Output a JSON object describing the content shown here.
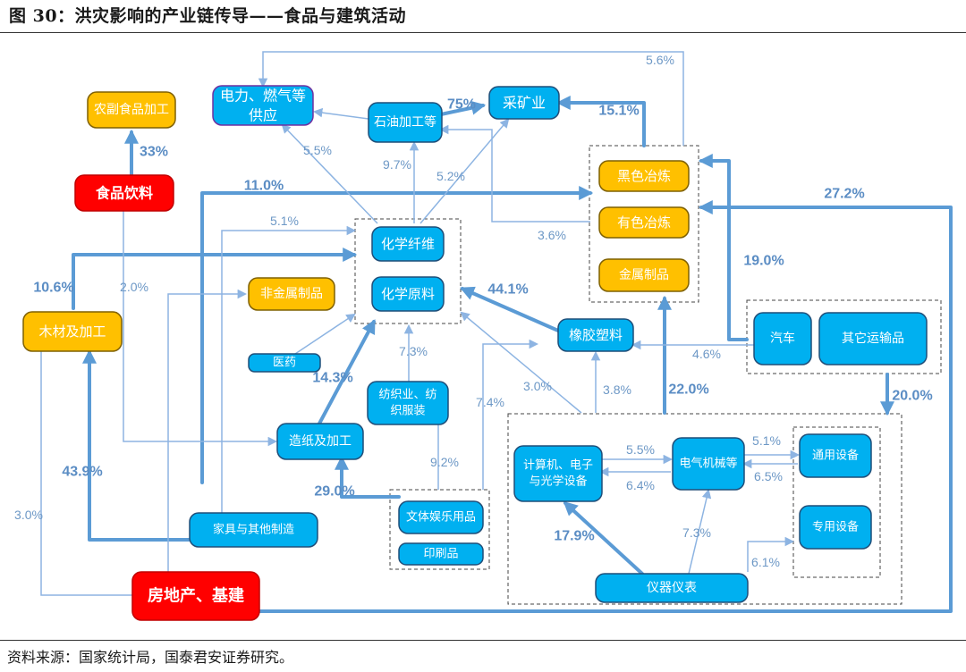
{
  "title": "图 30：洪灾影响的产业链传导——食品与建筑活动",
  "source": "资料来源：国家统计局，国泰君安证券研究。",
  "colors": {
    "blue": "#00b0f0",
    "orange": "#ffc000",
    "red": "#ff0000",
    "edge": "#5b9bd5",
    "edge_light": "#9dc3e6"
  },
  "nodes": [
    {
      "id": "power",
      "label_lines": [
        "电力、燃气等",
        "供应"
      ],
      "style": "blue-purple"
    },
    {
      "id": "agri_food",
      "label_lines": [
        "农副食品加工"
      ],
      "style": "orange"
    },
    {
      "id": "food_bev",
      "label_lines": [
        "食品饮料"
      ],
      "style": "red"
    },
    {
      "id": "petro",
      "label_lines": [
        "石油加工等"
      ],
      "style": "blue"
    },
    {
      "id": "mining",
      "label_lines": [
        "采矿业"
      ],
      "style": "blue"
    },
    {
      "id": "ferrous",
      "label_lines": [
        "黑色冶炼"
      ],
      "style": "orange"
    },
    {
      "id": "nonferrous",
      "label_lines": [
        "有色冶炼"
      ],
      "style": "orange"
    },
    {
      "id": "metal_products",
      "label_lines": [
        "金属制品"
      ],
      "style": "orange"
    },
    {
      "id": "chem_fiber",
      "label_lines": [
        "化学纤维"
      ],
      "style": "blue"
    },
    {
      "id": "chem_raw",
      "label_lines": [
        "化学原料"
      ],
      "style": "blue"
    },
    {
      "id": "nonmetal",
      "label_lines": [
        "非金属制品"
      ],
      "style": "orange"
    },
    {
      "id": "wood",
      "label_lines": [
        "木材及加工"
      ],
      "style": "orange"
    },
    {
      "id": "pharma",
      "label_lines": [
        "医药"
      ],
      "style": "blue"
    },
    {
      "id": "textile",
      "label_lines": [
        "纺织业、纺",
        "织服装"
      ],
      "style": "blue"
    },
    {
      "id": "rubber",
      "label_lines": [
        "橡胶塑料"
      ],
      "style": "blue"
    },
    {
      "id": "auto",
      "label_lines": [
        "汽车"
      ],
      "style": "blue"
    },
    {
      "id": "other_transport",
      "label_lines": [
        "其它运输品"
      ],
      "style": "blue"
    },
    {
      "id": "paper",
      "label_lines": [
        "造纸及加工"
      ],
      "style": "blue"
    },
    {
      "id": "furniture",
      "label_lines": [
        "家具与其他制造"
      ],
      "style": "blue"
    },
    {
      "id": "culture",
      "label_lines": [
        "文体娱乐用品"
      ],
      "style": "blue"
    },
    {
      "id": "printing",
      "label_lines": [
        "印刷品"
      ],
      "style": "blue"
    },
    {
      "id": "computer",
      "label_lines": [
        "计算机、电子",
        "与光学设备"
      ],
      "style": "blue"
    },
    {
      "id": "electrical",
      "label_lines": [
        "电气机械等"
      ],
      "style": "blue"
    },
    {
      "id": "general_equip",
      "label_lines": [
        "通用设备"
      ],
      "style": "blue"
    },
    {
      "id": "special_equip",
      "label_lines": [
        "专用设备"
      ],
      "style": "blue"
    },
    {
      "id": "instrument",
      "label_lines": [
        "仪器仪表"
      ],
      "style": "blue"
    },
    {
      "id": "real_estate",
      "label_lines": [
        "房地产、基建"
      ],
      "style": "red"
    }
  ],
  "edges": [
    {
      "from": "food_bev",
      "to": "agri_food",
      "label": "33%",
      "weight": "heavy"
    },
    {
      "from": "petro",
      "to": "mining",
      "label": "75%",
      "weight": "heavy"
    },
    {
      "from": "metals_group",
      "to": "mining",
      "label": "15.1%",
      "weight": "heavy"
    },
    {
      "from": "metals_group",
      "to": "power",
      "label": "5.6%",
      "weight": "light"
    },
    {
      "from": "petro",
      "to": "power",
      "label": "",
      "weight": "light"
    },
    {
      "from": "chem_group",
      "to": "power",
      "label": "5.5%",
      "weight": "light"
    },
    {
      "from": "chem_group",
      "to": "petro",
      "label": "9.7%",
      "weight": "light"
    },
    {
      "from": "chem_group",
      "to": "mining",
      "label": "5.2%",
      "weight": "light"
    },
    {
      "from": "food_bev",
      "to": "metals_group",
      "label": "11.0%",
      "weight": "heavy"
    },
    {
      "from": "real_estate",
      "to": "metals_group",
      "label": "27.2%",
      "weight": "heavy"
    },
    {
      "from": "metals_group",
      "to": "petro",
      "label": "3.6%",
      "weight": "light"
    },
    {
      "from": "transport_group",
      "to": "metals_group",
      "label": "19.0%",
      "weight": "heavy"
    },
    {
      "from": "furniture",
      "to": "chem_group",
      "label": "5.1%",
      "weight": "light"
    },
    {
      "from": "wood",
      "to": "chem_group",
      "label": "10.6%",
      "weight": "heavy"
    },
    {
      "from": "rubber",
      "to": "chem_group",
      "label": "44.1%",
      "weight": "heavy"
    },
    {
      "from": "paper",
      "to": "chem_group",
      "label": "14.3%",
      "weight": "heavy"
    },
    {
      "from": "textile",
      "to": "chem_group",
      "label": "7.3%",
      "weight": "light"
    },
    {
      "from": "culture",
      "to": "chem_group",
      "label": "7.4%",
      "weight": "light"
    },
    {
      "from": "machinery_group",
      "to": "chem_group",
      "label": "3.0%",
      "weight": "light"
    },
    {
      "from": "pharma",
      "to": "chem_group",
      "label": "",
      "weight": "light"
    },
    {
      "from": "real_estate",
      "to": "nonmetal",
      "label": "",
      "weight": "light"
    },
    {
      "from": "food_bev",
      "to": "paper",
      "label": "2.0%",
      "weight": "light"
    },
    {
      "from": "furniture",
      "to": "wood",
      "label": "43.9%",
      "weight": "heavy"
    },
    {
      "from": "real_estate",
      "to": "wood",
      "label": "3.0%",
      "weight": "light"
    },
    {
      "from": "culture",
      "to": "paper",
      "label": "29.0%",
      "weight": "heavy"
    },
    {
      "from": "culture",
      "to": "chem_group",
      "label": "9.2%",
      "weight": "light"
    },
    {
      "from": "machinery_group",
      "to": "rubber",
      "label": "3.8%",
      "weight": "light"
    },
    {
      "from": "transport_group",
      "to": "rubber",
      "label": "4.6%",
      "weight": "light"
    },
    {
      "from": "machinery_group",
      "to": "metals_group",
      "label": "22.0%",
      "weight": "heavy"
    },
    {
      "from": "transport_group",
      "to": "machinery_group",
      "label": "20.0%",
      "weight": "heavy"
    },
    {
      "from": "computer",
      "to": "electrical",
      "label": "5.5%",
      "weight": "light"
    },
    {
      "from": "electrical",
      "to": "computer",
      "label": "6.4%",
      "weight": "light"
    },
    {
      "from": "electrical",
      "to": "general_equip",
      "label": "5.1%",
      "weight": "light"
    },
    {
      "from": "general_equip",
      "to": "electrical",
      "label": "6.5%",
      "weight": "light"
    },
    {
      "from": "instrument",
      "to": "computer",
      "label": "17.9%",
      "weight": "heavy"
    },
    {
      "from": "instrument",
      "to": "electrical",
      "label": "7.3%",
      "weight": "light"
    },
    {
      "from": "instrument",
      "to": "special_equip",
      "label": "6.1%",
      "weight": "light"
    }
  ]
}
